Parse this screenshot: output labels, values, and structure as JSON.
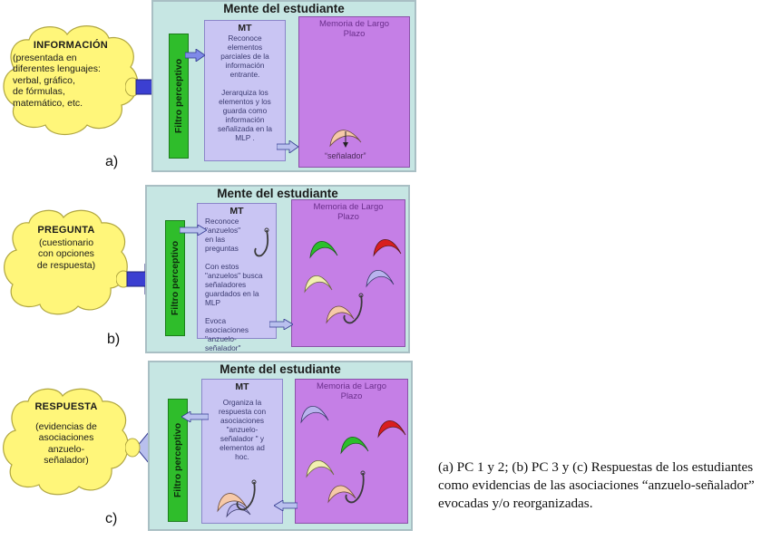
{
  "panels": [
    {
      "title": "Mente del estudiante",
      "filtro": "Filtro perceptivo",
      "mt_title": "MT",
      "mt_text": [
        "Reconoce",
        "elementos",
        "parciales de la",
        "información",
        "entrante.",
        "",
        "Jerarquiza los",
        "elementos y los",
        "guarda como",
        "información",
        "señalizada en la",
        "MLP ."
      ],
      "mlp_title": [
        "Memoria de Largo",
        "Plazo"
      ],
      "mlp_sub": "“señalador”",
      "cloud_title": "INFORMACIÓN",
      "cloud_text": [
        "(presentada en",
        "diferentes lenguajes:",
        "verbal, gráfico,",
        "de fórmulas,",
        "matemático, etc."
      ],
      "label": "a)"
    },
    {
      "title": "Mente del estudiante",
      "filtro": "Filtro perceptivo",
      "mt_title": "MT",
      "mt_text": [
        "Reconoce",
        "\"anzuelos\"",
        "en las",
        "preguntas",
        "",
        "Con estos",
        "\"anzuelos\" busca",
        "señaladores",
        "guardados en la",
        "MLP",
        "",
        "Evoca",
        "asociaciones",
        "\"anzuelo-",
        "señalador\""
      ],
      "mlp_title": [
        "Memoria de Largo",
        "Plazo"
      ],
      "cloud_title": "PREGUNTA",
      "cloud_text": [
        "(cuestionario",
        "con opciones",
        "de respuesta)"
      ],
      "label": "b)"
    },
    {
      "title": "Mente del estudiante",
      "filtro": "Filtro perceptivo",
      "mt_title": "MT",
      "mt_text": [
        "Organiza la",
        "respuesta con",
        "asociaciones",
        "\"anzuelo-",
        "señalador \" y",
        "elementos ad",
        "hoc."
      ],
      "mlp_title": [
        "Memoria de Largo",
        "Plazo"
      ],
      "cloud_title": "RESPUESTA",
      "cloud_text": [
        "(evidencias de",
        "asociaciones",
        "anzuelo-",
        "señalador)"
      ],
      "label": "c)"
    }
  ],
  "caption": "(a) PC 1 y 2; (b) PC 3 y (c) Respuestas de los estudiantes como evidencias de las asociaciones “anzuelo-señalador” evocadas y/o reorganizadas.",
  "colors": {
    "panel_bg": "#c6e6e3",
    "filtro": "#2fbd2b",
    "mt": "#c9c5f3",
    "mlp": "#c57fe6",
    "cloud": "#fff67a",
    "arrow": "#3b3fd1",
    "marker_red": "#d81e1e",
    "marker_green": "#2bbf2b",
    "marker_yellow": "#f2f0b0",
    "marker_peach": "#f6c9a8",
    "marker_lavender": "#b9b3ee"
  }
}
